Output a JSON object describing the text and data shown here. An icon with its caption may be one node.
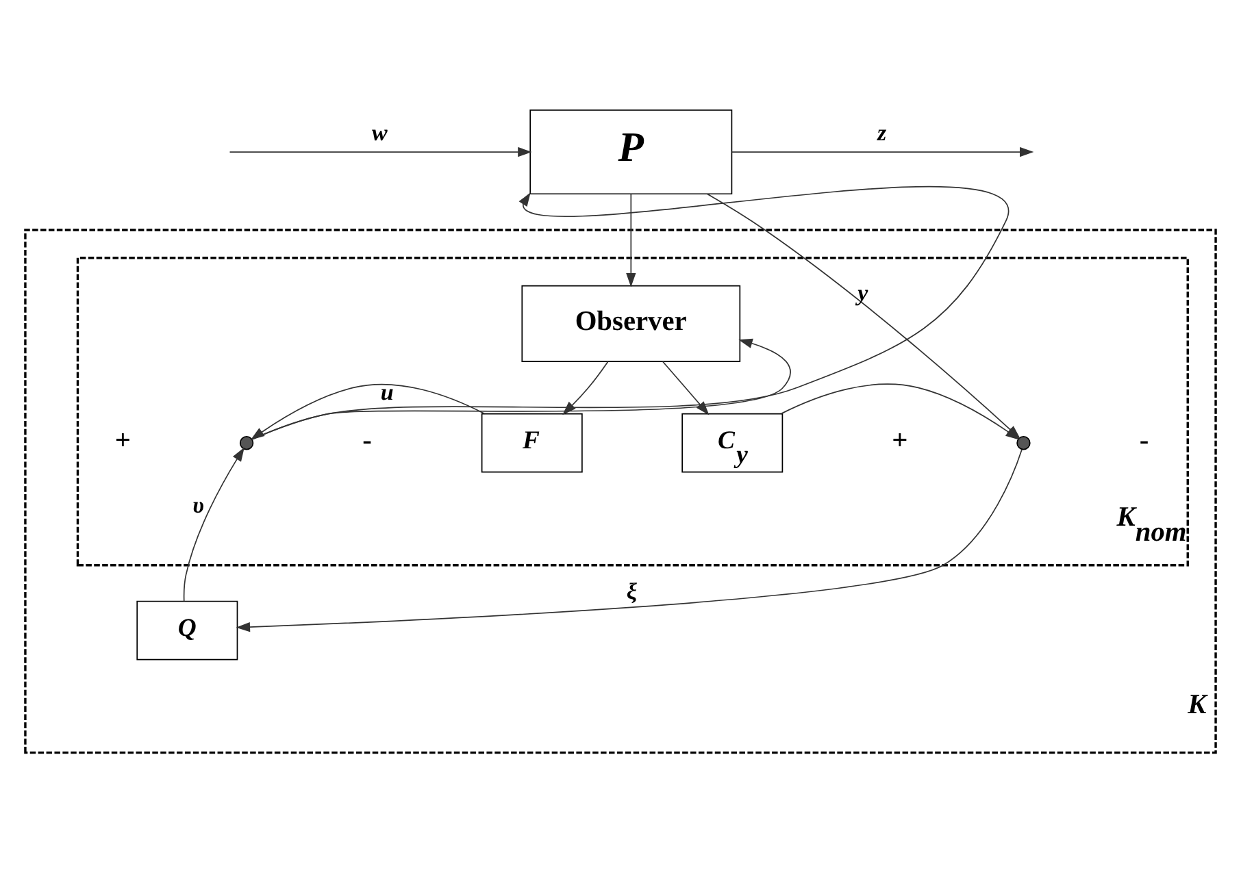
{
  "diagram": {
    "nodes": [
      {
        "text": [
          "K"
        ]
      },
      {
        "text": [
          "K$_{nom}$"
        ],
        "in": 0
      },
      {
        "text": [
          "P"
        ]
      },
      {
        "text": [
          "Observer"
        ],
        "in": 1
      },
      {
        "text": [
          "F"
        ],
        "in": 1
      },
      {
        "text": [
          "C$_{y}$"
        ],
        "in": 1
      },
      {
        "text": [
          "Q"
        ],
        "in": 0
      },
      {
        "text": [],
        "shape": "circle",
        "in": 1
      },
      {
        "text": [],
        "shape": "circle",
        "in": 1
      }
    ],
    "edges": [
      {
        "from": null,
        "to": 2,
        "arrow": "to",
        "label": "w"
      },
      {
        "from": 2,
        "to": null,
        "arrow": "to",
        "label": "z"
      },
      {
        "from": 7,
        "to": 2,
        "arrow": "to",
        "label": "u"
      },
      {
        "from": 2,
        "to": 8,
        "arrow": "to",
        "label": "y"
      },
      {
        "from": 7,
        "to": 3,
        "arrow": "to"
      },
      {
        "from": 2,
        "to": 3,
        "arrow": "to"
      },
      {
        "from": 3,
        "to": 4,
        "arrow": "to"
      },
      {
        "from": 3,
        "to": 5,
        "arrow": "to"
      },
      {
        "from": 4,
        "to": 7,
        "arrow": "to"
      },
      {
        "from": 5,
        "to": 8,
        "arrow": "to"
      },
      {
        "from": 8,
        "to": 6,
        "arrow": "to",
        "label": "ξ"
      },
      {
        "from": 6,
        "to": 7,
        "arrow": "to",
        "label": "υ"
      }
    ],
    "labels": [
      "-",
      "-",
      "+",
      "+"
    ]
  }
}
